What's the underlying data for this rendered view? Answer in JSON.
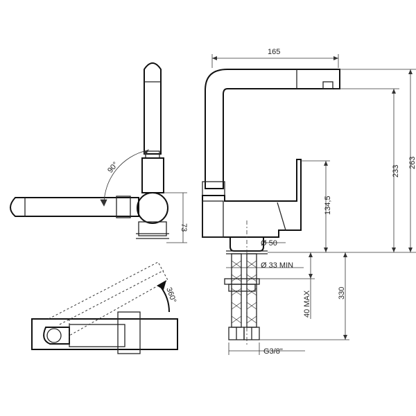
{
  "dimensions": {
    "spout_reach": "165",
    "total_height": "263",
    "spout_height": "233",
    "lever_height": "134,5",
    "base_diameter": "Ø 50",
    "hole_diameter": "Ø 33 MIN",
    "deck_thickness": "40 MAX",
    "hose_length": "330",
    "connection_thread": "G3/8\"",
    "lever_offset": "73",
    "lever_angle": "90°",
    "spout_rotation": "360°"
  }
}
